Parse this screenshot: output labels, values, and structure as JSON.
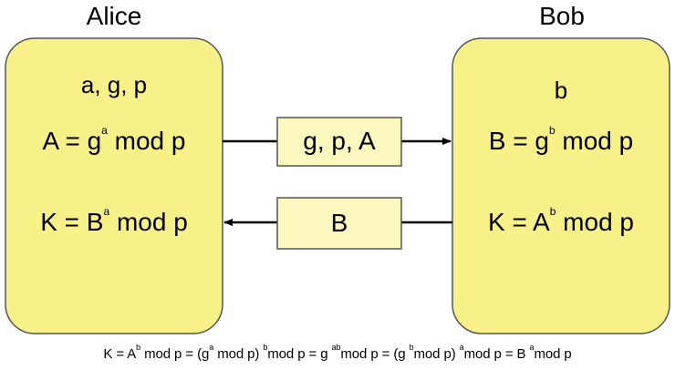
{
  "alice": {
    "name": "Alice",
    "vars": "a, g, p",
    "public_key": {
      "lhs": "A = g",
      "exp": "a",
      "rhs": " mod p"
    },
    "shared_key": {
      "lhs": "K = B",
      "exp": "a",
      "rhs": " mod p"
    }
  },
  "bob": {
    "name": "Bob",
    "vars": "b",
    "public_key": {
      "lhs": "B = g",
      "exp": "b",
      "rhs": " mod p"
    },
    "shared_key": {
      "lhs": "K = A",
      "exp": "b",
      "rhs": " mod p"
    }
  },
  "messages": [
    {
      "text": "g, p, A",
      "direction": "alice-to-bob"
    },
    {
      "text": "B",
      "direction": "bob-to-alice"
    }
  ],
  "derivation": {
    "parts": [
      "K = A",
      "b",
      " mod p = (g",
      "a",
      " mod p) ",
      "b",
      "mod p = g ",
      "ab",
      "mod p = (g ",
      "b",
      "mod p) ",
      "a",
      "mod p = B ",
      "a",
      "mod p"
    ]
  },
  "colors": {
    "party_fill": "#f8f18a",
    "message_fill": "#fbf8c0",
    "stroke": "#555555",
    "arrow": "#000000"
  }
}
